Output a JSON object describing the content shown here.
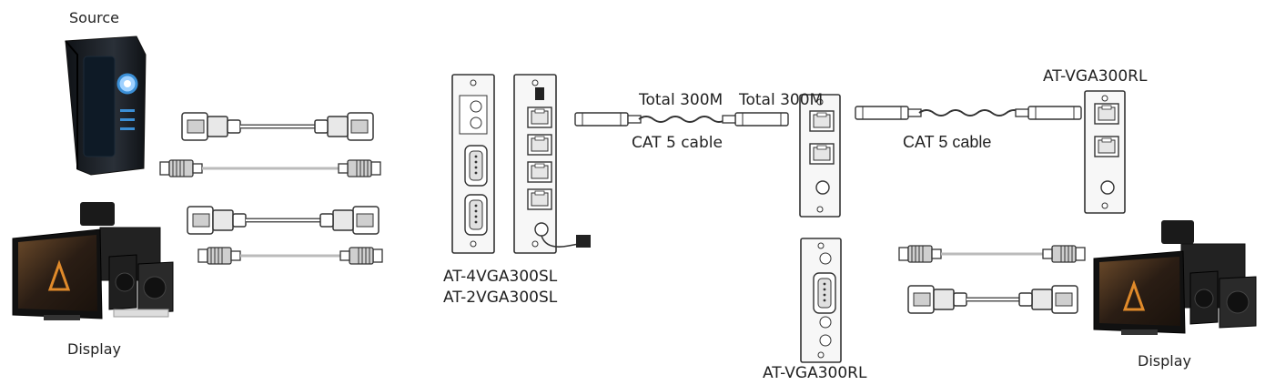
{
  "labels": {
    "source": "Source",
    "display_left": "Display",
    "display_right": "Display",
    "sender_model_1": "AT-4VGA300SL",
    "sender_model_2": "AT-2VGA300SL",
    "receiver_middle": "AT-VGA300RL",
    "receiver_right": "AT-VGA300RL",
    "distance_1": "Total 300M",
    "distance_2": "Total 300M",
    "cable_1": "CAT 5 cable",
    "cable_2": "CAT 5 cable"
  },
  "colors": {
    "line": "#3a3a3a",
    "panel_fill": "#f7f7f7",
    "pc_body": "#1b1f24",
    "pc_accent": "#3b8fd6",
    "monitor_screen": "#3a2a1e",
    "speaker": "#2a2a2a"
  },
  "icons": {
    "source_device": "pc-tower",
    "display_device": "monitor-with-speakers"
  }
}
